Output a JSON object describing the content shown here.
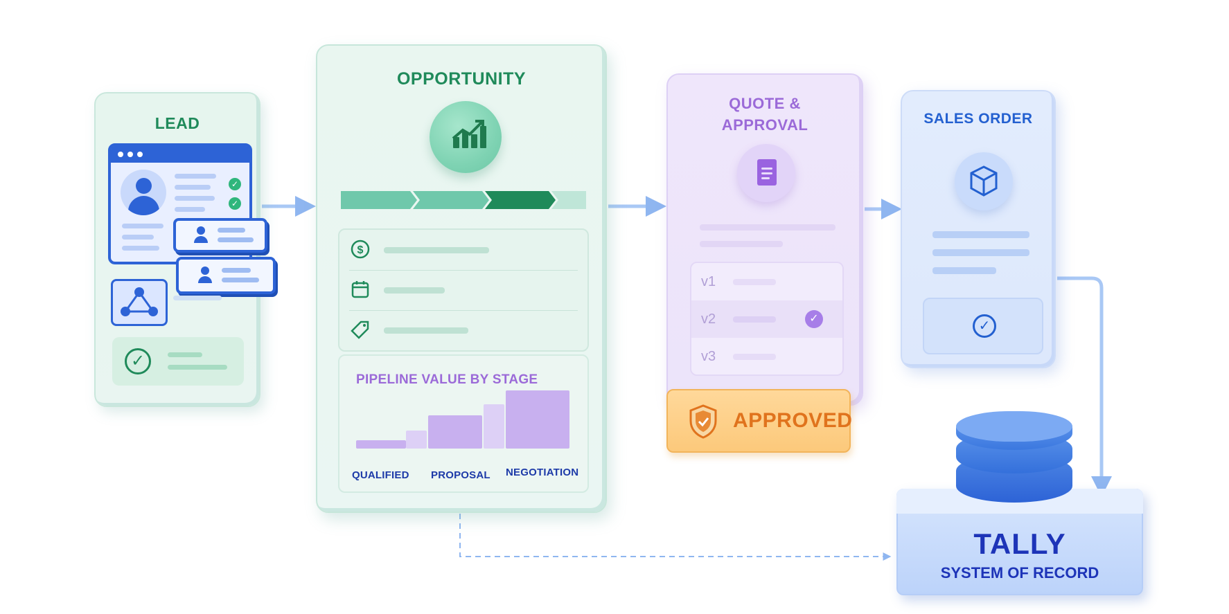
{
  "stages": {
    "lead": {
      "title": "LEAD"
    },
    "opportunity": {
      "title": "OPPORTUNITY",
      "pipeline_title": "PIPELINE VALUE BY STAGE",
      "pipeline_labels": [
        "QUALIFIED",
        "PROPOSAL",
        "NEGOTIATION"
      ]
    },
    "quote": {
      "title_line1": "QUOTE &",
      "title_line2": "APPROVAL",
      "versions": [
        "v1",
        "v2",
        "v3"
      ],
      "approved_version": "v2",
      "badge": "APPROVED"
    },
    "sales_order": {
      "title": "SALES ORDER"
    },
    "tally": {
      "title": "TALLY",
      "subtitle": "SYSTEM OF RECORD"
    }
  },
  "icons": {
    "opportunity": "trend-chart-icon",
    "quote": "document-icon",
    "sales_order": "box-icon",
    "approved": "shield-check-icon",
    "tally": "database-icon"
  },
  "colors": {
    "lead_accent": "#1f8a5a",
    "opportunity_accent": "#1f8a5a",
    "quote_accent": "#9b6ad8",
    "approved_accent": "#e0731d",
    "sales_accent": "#2360d0",
    "tally_accent": "#1d34b8",
    "arrow": "#8fb6f0"
  }
}
